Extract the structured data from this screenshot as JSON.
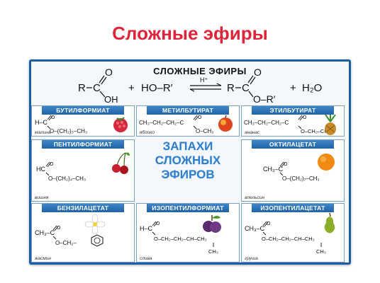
{
  "page_title": "Сложные эфиры",
  "poster": {
    "title": "СЛОЖНЫЕ ЭФИРЫ",
    "reaction": {
      "r": "R",
      "c": "C",
      "o_top": "O",
      "oh": "OH",
      "plus1": "+",
      "hor": "HO–R′",
      "catalyst": "H⁺",
      "r_prod": "R",
      "c_prod": "C",
      "o_prod_top": "O",
      "o_r_prime": "O–R′",
      "plus2": "+",
      "water": "H₂O"
    },
    "center_text": [
      "ЗАПАХИ",
      "СЛОЖНЫХ",
      "ЭФИРОВ"
    ],
    "esters": [
      {
        "name": "БУТИЛФОРМИАТ",
        "acyl": "H–C",
        "alkoxy": "O–(CH₂)₃–CH₃",
        "smell": "малина",
        "fruit": "raspberry-icon"
      },
      {
        "name": "МЕТИЛБУТИРАТ",
        "acyl": "CH₃–CH₂–CH₂–C",
        "alkoxy": "O–CH₃",
        "smell": "яблоко",
        "fruit": "apple-icon"
      },
      {
        "name": "ЭТИЛБУТИРАТ",
        "acyl": "CH₃–CH₂–CH₂–C",
        "alkoxy": "O–CH₂–CH₃",
        "smell": "ананас",
        "fruit": "pineapple-icon"
      },
      {
        "name": "ПЕНТИЛФОРМИАТ",
        "acyl": "HC",
        "alkoxy": "O–(CH₂)₄–CH₃",
        "smell": "вишня",
        "fruit": "cherry-icon"
      },
      {
        "name": "ОКТИЛАЦЕТАТ",
        "acyl": "CH₃–C",
        "alkoxy": "O–(CH₂)₇–CH₃",
        "smell": "апельсин",
        "fruit": "orange-icon"
      },
      {
        "name": "БЕНЗИЛАЦЕТАТ",
        "acyl": "CH₃–C",
        "alkoxy": "O–CH₂–",
        "smell": "жасмин",
        "fruit": "jasmine-icon"
      },
      {
        "name": "ИЗОПЕНТИЛФОРМИАТ",
        "acyl": "H–C",
        "alkoxy": "O–CH₂–CH₂–CH–CH₃",
        "branch": "CH₃",
        "smell": "слива",
        "fruit": "plum-icon"
      },
      {
        "name": "ИЗОПЕНТИЛАЦЕТАТ",
        "acyl": "CH₃–C",
        "alkoxy": "O–CH₂–CH₂–CH–CH₃",
        "branch": "CH₃",
        "smell": "груша",
        "fruit": "pear-icon"
      }
    ]
  },
  "colors": {
    "title_red": "#e0243a",
    "poster_blue": "#1a5fa4",
    "header_blue": "#2e74ba",
    "center_blue": "#2e7fd0"
  }
}
